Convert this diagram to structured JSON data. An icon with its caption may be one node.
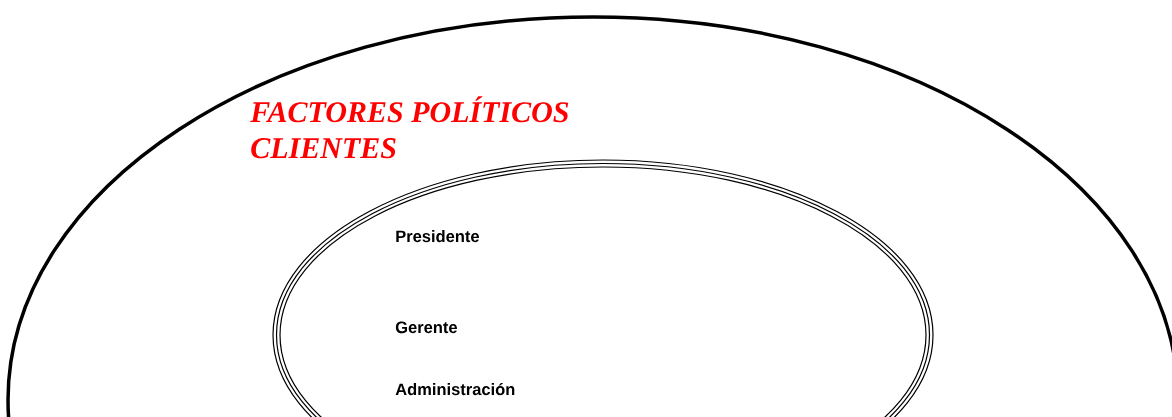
{
  "diagram": {
    "nodes": [
      {
        "text": [
          "FACTORES POLÍTICOS",
          "CLIENTES"
        ]
      },
      {
        "text": [
          "Presidente",
          "Gerente",
          "Administración"
        ],
        "in": 0
      }
    ]
  }
}
